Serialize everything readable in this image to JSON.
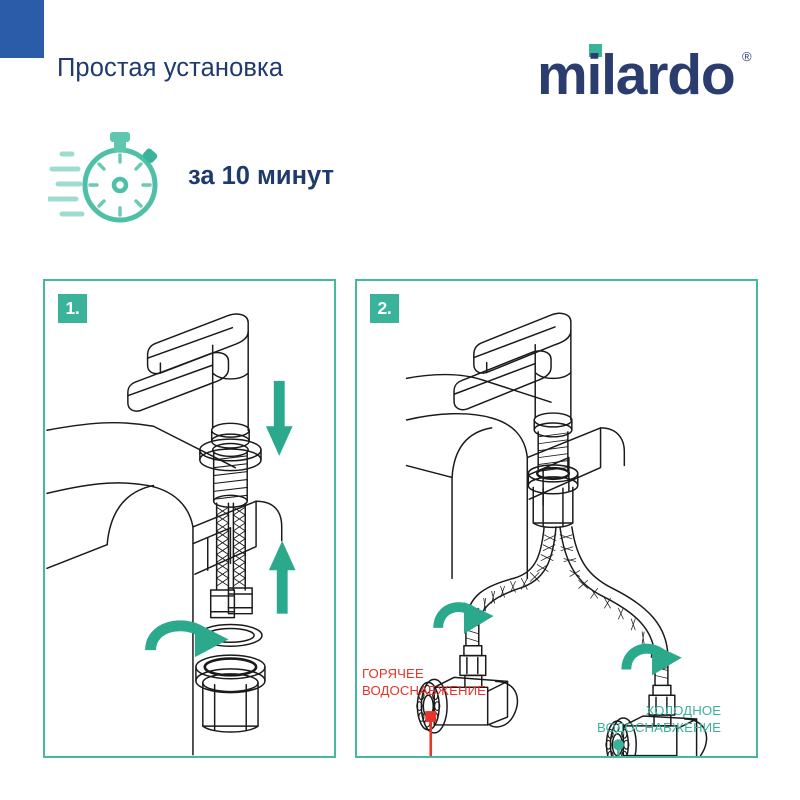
{
  "header": {
    "corner_mark_color": "#2a5caa",
    "title": "Простая установка",
    "brand": {
      "name": "milardo",
      "trademark": "®",
      "wordmark_color": "#2a3d6e",
      "dot_color": "#3bb39b"
    }
  },
  "highlight": {
    "icon": "stopwatch-icon",
    "icon_color": "#4fc0a8",
    "caption": "за 10 минут",
    "caption_color": "#1e3a6e"
  },
  "panels": [
    {
      "id": "panel-1",
      "badge": "1.",
      "badge_color": "#3bb39b",
      "border_color": "#46b8a0",
      "art": "faucet-insert-through-countertop",
      "arrows": [
        {
          "name": "down-arrow",
          "direction": "down",
          "color": "#3bb39b"
        },
        {
          "name": "up-arrow",
          "direction": "up",
          "color": "#3bb39b"
        },
        {
          "name": "rotate-arrow",
          "direction": "curved-clockwise",
          "color": "#2aa98c"
        }
      ],
      "callouts": []
    },
    {
      "id": "panel-2",
      "badge": "2.",
      "badge_color": "#3bb39b",
      "border_color": "#46b8a0",
      "art": "faucet-hoses-connected-to-angle-valves",
      "arrows": [
        {
          "name": "rotate-arrow-hot",
          "direction": "curved-clockwise",
          "color": "#2aa98c"
        },
        {
          "name": "rotate-arrow-cold",
          "direction": "curved-clockwise",
          "color": "#2aa98c"
        }
      ],
      "callouts": [
        {
          "name": "hot-water-label",
          "line1": "ГОРЯЧЕЕ",
          "line2": "ВОДОСНАБЖЕНИЕ",
          "color": "#e8342a",
          "marker": "square"
        },
        {
          "name": "cold-water-label",
          "line1": "ХОЛОДНОЕ",
          "line2": "ВОДОСНАБЖЕНИЕ",
          "color": "#3bb39b",
          "marker": "dot"
        }
      ]
    }
  ],
  "colors": {
    "brand_blue": "#2a5caa",
    "text_navy": "#1e3a6e",
    "teal": "#3bb39b",
    "teal_border": "#46b8a0",
    "red": "#e8342a",
    "line": "#1a1a1a"
  }
}
